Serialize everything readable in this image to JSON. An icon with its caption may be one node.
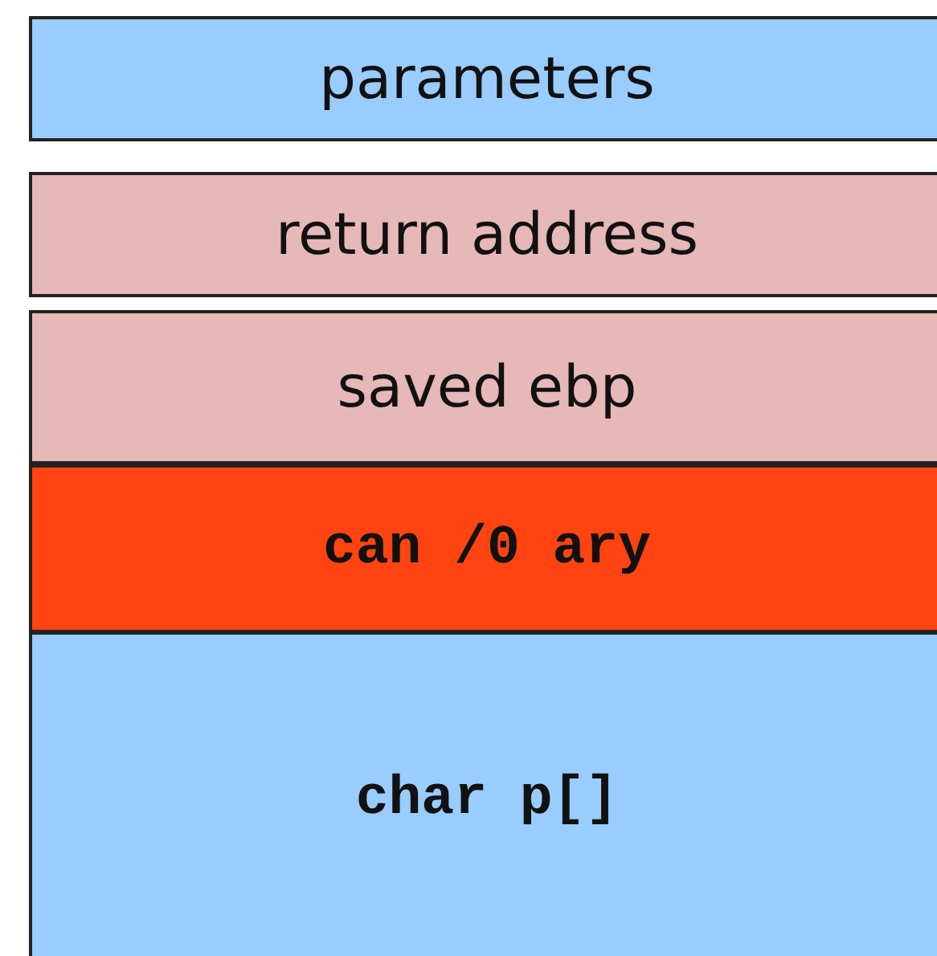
{
  "diagram": {
    "nodes": [
      {
        "text": [
          "parameters"
        ]
      },
      {
        "text": [
          "return address"
        ]
      },
      {
        "text": [
          "saved ebp"
        ]
      },
      {
        "text": [
          "can /0 ary"
        ]
      },
      {
        "text": [
          "char p[]"
        ]
      }
    ]
  }
}
